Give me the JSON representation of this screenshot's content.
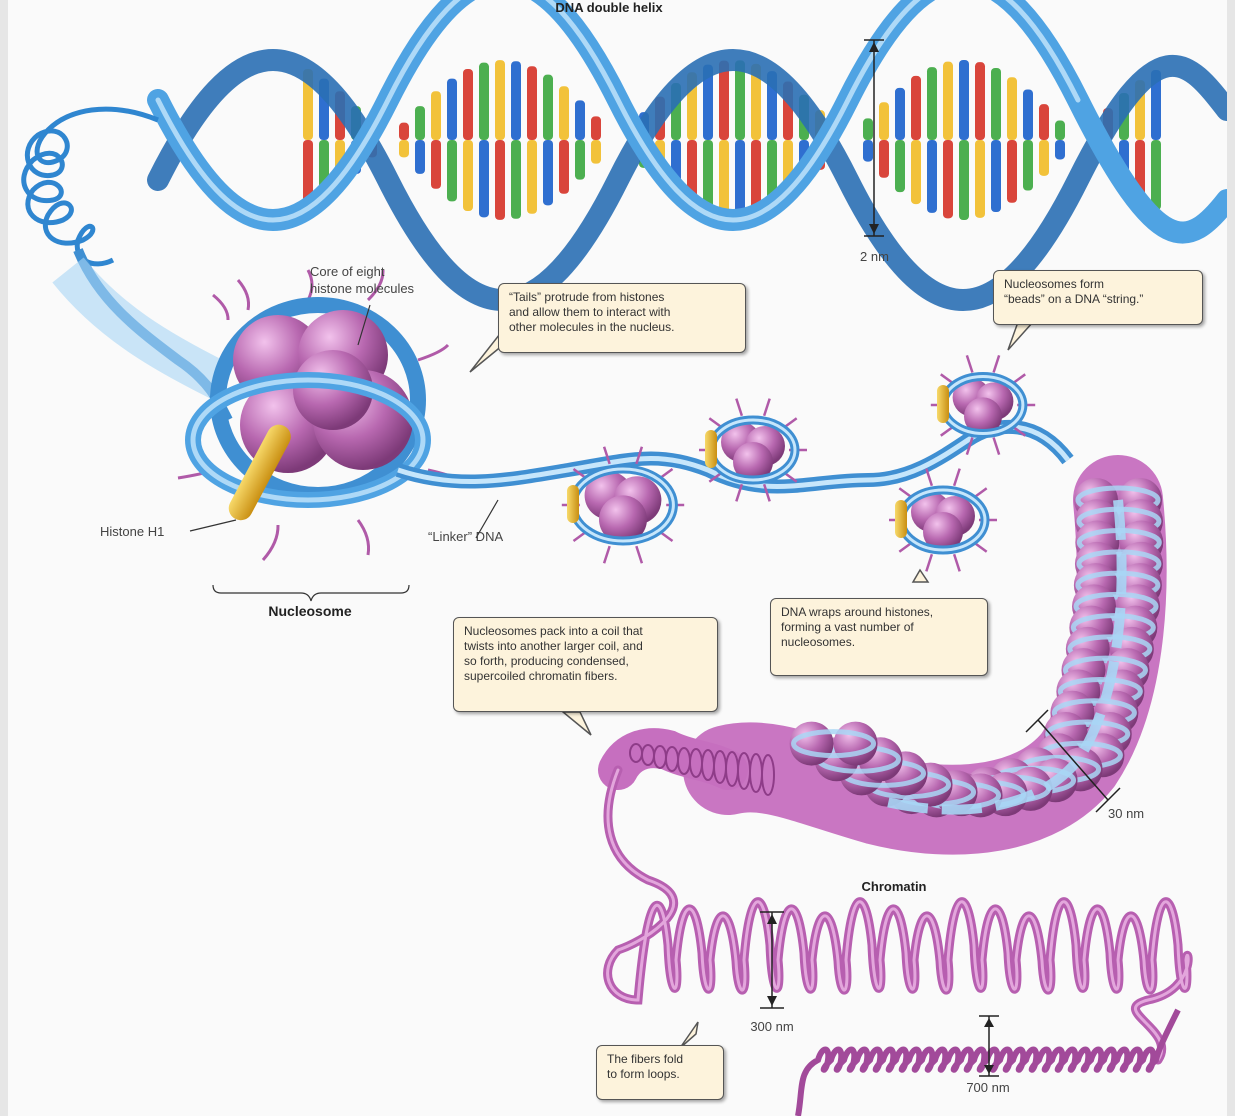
{
  "labels": {
    "dna_double_helix": "DNA double helix",
    "two_nm": "2 nm",
    "core_histones": "Core of eight\nhistone molecules",
    "histone_h1": "Histone H1",
    "linker_dna": "“Linker” DNA",
    "nucleosome": "Nucleosome",
    "thirty_nm": "30 nm",
    "chromatin": "Chromatin",
    "three_hundred_nm": "300 nm",
    "seven_hundred_nm": "700 nm"
  },
  "callouts": {
    "tails": "“Tails” protrude from histones\nand allow them to interact with\nother molecules in the nucleus.",
    "beads": "Nucleosomes form\n“beads” on a DNA “string.”",
    "wraps": "DNA wraps around histones,\nforming a vast number of\nnucleosomes.",
    "pack": "Nucleosomes pack into a coil that\ntwists into another larger coil, and\nso forth, producing condensed,\nsupercoiled chromatin fibers.",
    "fold": "The fibers fold\nto form loops."
  },
  "colors": {
    "dna_blue": "#3f8fd2",
    "dna_light": "#a9d6f5",
    "histone_purple": "#b05aa8",
    "histone_light": "#d98fd0",
    "h1_yellow": "#e8b531",
    "base_red": "#d9453b",
    "base_green": "#4caf50",
    "base_yellow": "#f2c23a",
    "base_blue": "#2f6fd0",
    "callout_bg": "#fdf3dc"
  }
}
